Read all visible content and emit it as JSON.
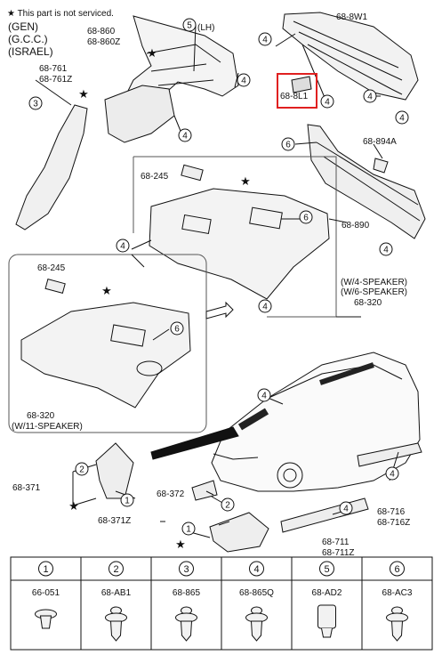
{
  "header": {
    "star_symbol": "★",
    "not_serviced_note": "This part is not serviced.",
    "regions": [
      "(GEN)",
      "(G.C.C.)",
      "(ISRAEL)"
    ]
  },
  "part_labels": {
    "p_68_860": "68-860",
    "p_68_860z": "68-860Z",
    "p_lh": "(LH)",
    "p_68_8w1": "68-8W1",
    "p_68_8l1": "68-8L1",
    "p_68_761": "68-761",
    "p_68_761z": "68-761Z",
    "p_68_894a": "68-894A",
    "p_68_245_upper": "68-245",
    "p_68_890": "68-890",
    "p_68_245_lower": "68-245",
    "p_w4_speaker": "(W/4-SPEAKER)",
    "p_w6_speaker": "(W/6-SPEAKER)",
    "p_68_320_upper": "68-320",
    "p_68_320_lower": "68-320",
    "p_w11_speaker": "(W/11-SPEAKER)",
    "p_68_371": "68-371",
    "p_68_371z": "68-371Z",
    "p_68_372": "68-372",
    "p_68_716": "68-716",
    "p_68_716z": "68-716Z",
    "p_68_711": "68-711",
    "p_68_711z": "68-711Z"
  },
  "callouts": {
    "c1": "1",
    "c2": "2",
    "c3": "3",
    "c4": "4",
    "c5": "5",
    "c6": "6"
  },
  "legend": [
    {
      "num": "1",
      "part": "66-051",
      "icon": "flat-clip-icon"
    },
    {
      "num": "2",
      "part": "68-AB1",
      "icon": "push-rivet-icon"
    },
    {
      "num": "3",
      "part": "68-865",
      "icon": "push-rivet-icon"
    },
    {
      "num": "4",
      "part": "68-865Q",
      "icon": "push-rivet-icon"
    },
    {
      "num": "5",
      "part": "68-AD2",
      "icon": "retainer-clip-icon"
    },
    {
      "num": "6",
      "part": "68-AC3",
      "icon": "push-rivet-icon"
    }
  ],
  "highlight_color": "#e02020"
}
